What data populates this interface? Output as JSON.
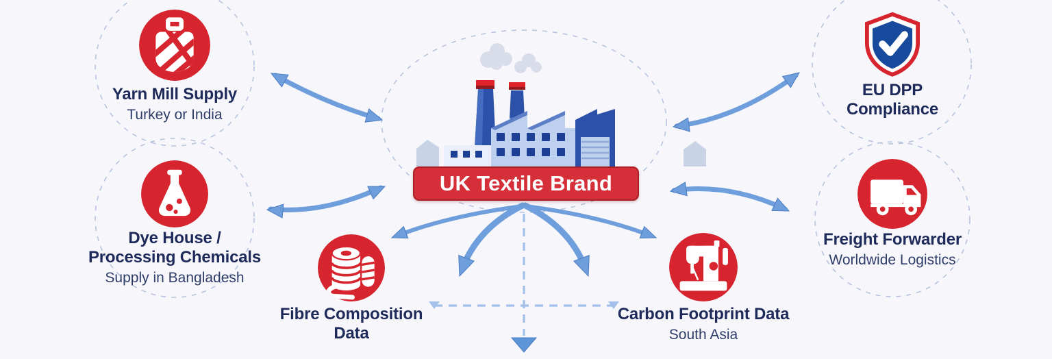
{
  "diagram": {
    "center": {
      "label": "UK Textile Brand",
      "illustration": "factory-illustration"
    },
    "nodes": {
      "yarn_mill": {
        "line1": "Yarn Mill Supply",
        "subtitle": "Turkey or India",
        "icon": "yarn-spool-icon"
      },
      "dye_house": {
        "line1": "Dye House /",
        "line2": "Processing Chemicals",
        "subtitle": "Supply in Bangladesh",
        "icon": "chemical-flask-icon"
      },
      "fibre": {
        "line1": "Fibre Composition",
        "line2": "Data",
        "icon": "fabric-rolls-icon"
      },
      "carbon": {
        "line1": "Carbon Footprint Data",
        "subtitle": "South Asia",
        "icon": "sewing-machine-icon"
      },
      "eu_dpp": {
        "line1": "EU DPP",
        "line2": "Compliance",
        "icon": "shield-check-icon"
      },
      "freight": {
        "line1": "Freight Forwarder",
        "subtitle": "Worldwide Logistics",
        "icon": "truck-icon"
      }
    },
    "colors": {
      "background": "#f7f7fb",
      "node_red": "#d6252e",
      "banner_red": "#d5303a",
      "title_navy": "#1e2a5a",
      "subtitle_navy": "#2e3c68",
      "arrow_blue": "#6f9edc",
      "dashed_boundary": "#b6c4de",
      "shield_blue": "#17499c",
      "factory_light_blue": "#bdd0ee",
      "factory_dark_blue": "#2b52a8"
    }
  }
}
